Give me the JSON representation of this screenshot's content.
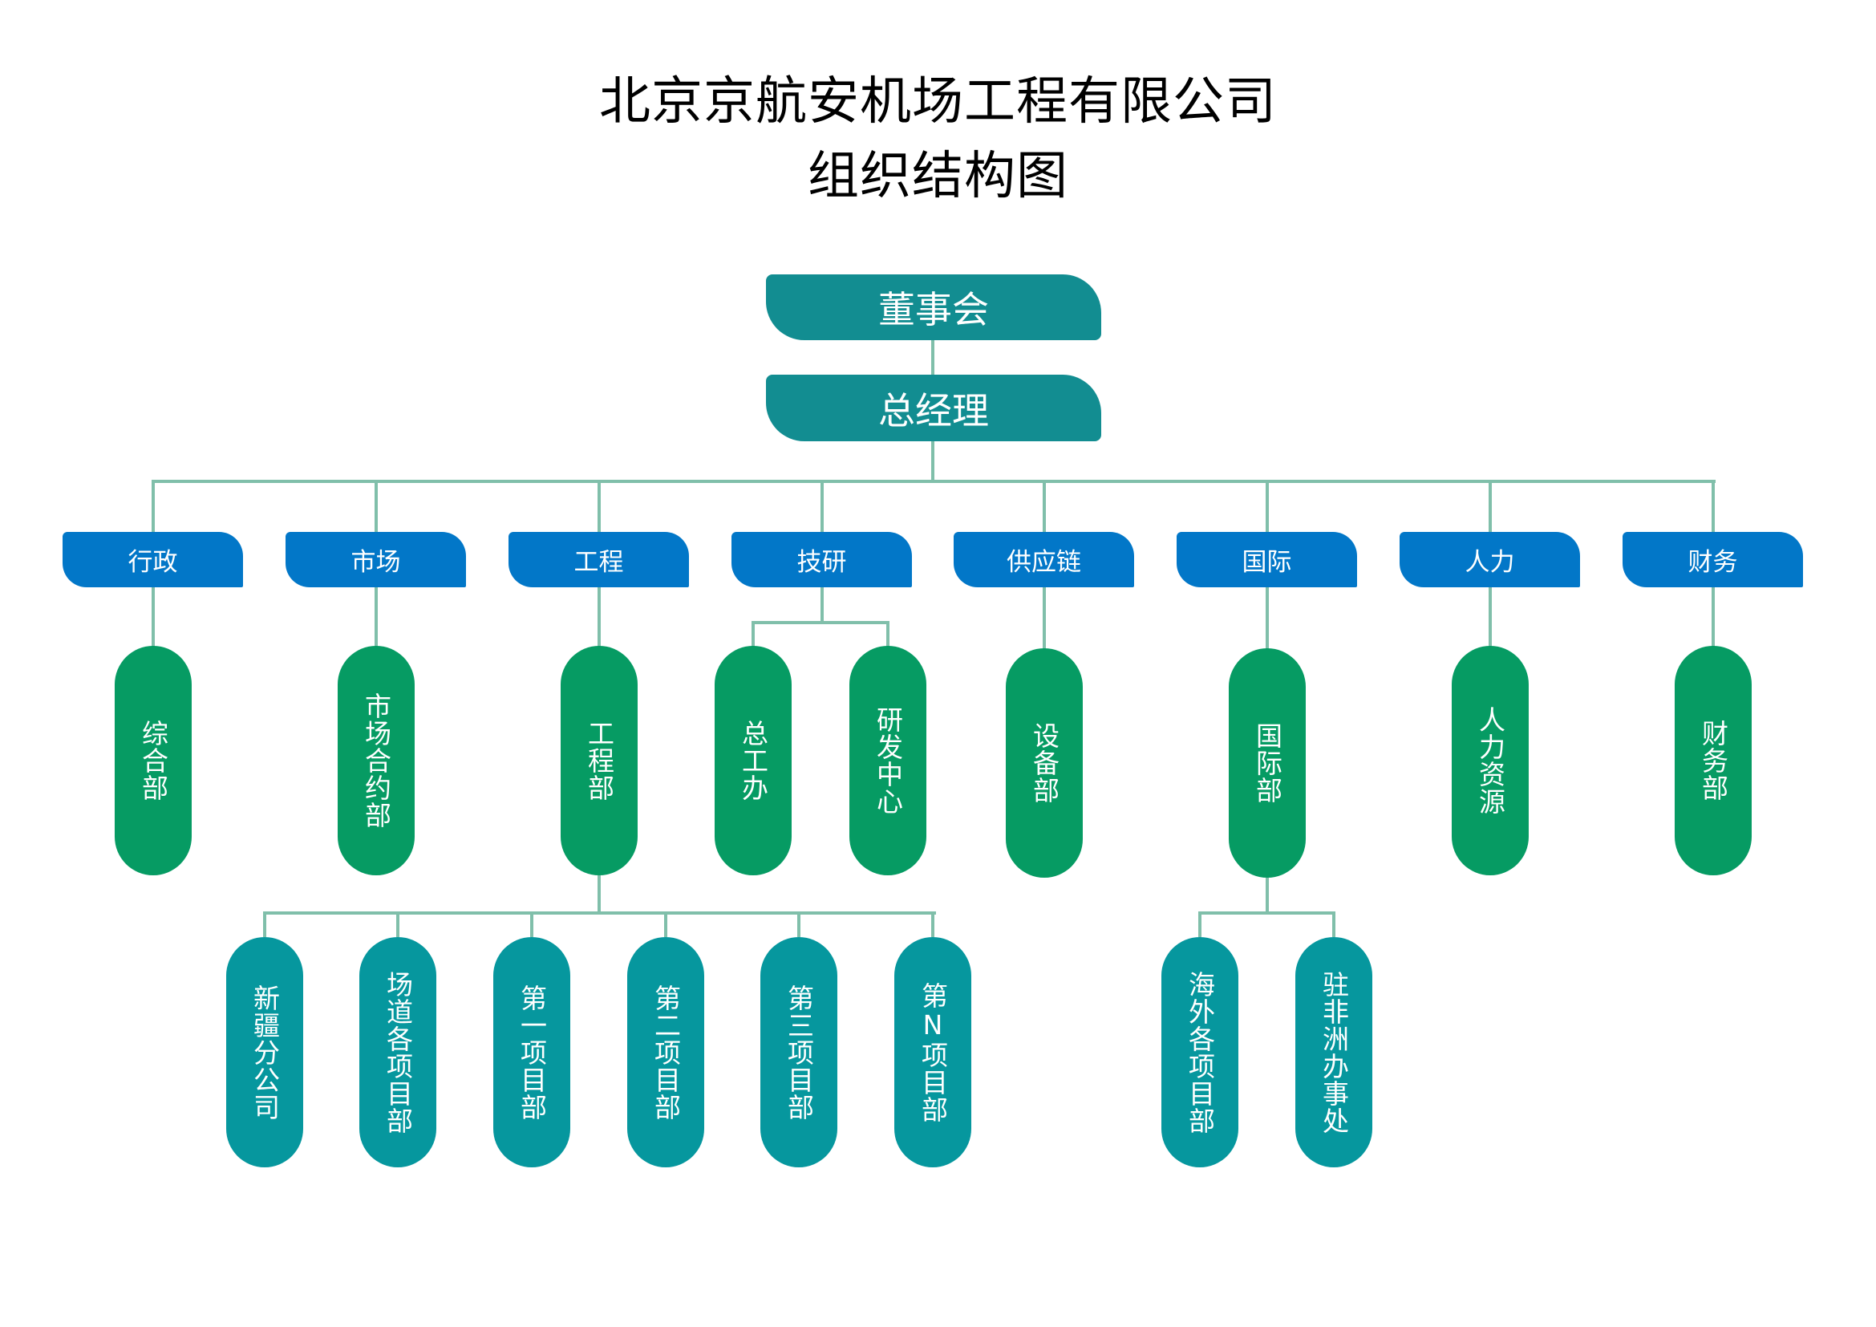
{
  "title": {
    "line1": "北京京航安机场工程有限公司",
    "line2": "组织结构图"
  },
  "colors": {
    "top_level": "#128d91",
    "department": "#0277c8",
    "unit": "#069b63",
    "sub_unit": "#06979e",
    "connector": "#80bfaa"
  },
  "board": {
    "label": "董事会"
  },
  "general_manager": {
    "label": "总经理"
  },
  "departments": [
    {
      "label": "行政",
      "units": [
        {
          "label": "综合部"
        }
      ]
    },
    {
      "label": "市场",
      "units": [
        {
          "label": "市场合约部"
        }
      ]
    },
    {
      "label": "工程",
      "units": [
        {
          "label": "工程部",
          "sub_units": [
            {
              "label": "新疆分公司"
            },
            {
              "label": "场道各项目部"
            },
            {
              "label": "第一项目部"
            },
            {
              "label": "第二项目部"
            },
            {
              "label": "第三项目部"
            },
            {
              "label": "第N项目部"
            }
          ]
        }
      ]
    },
    {
      "label": "技研",
      "units": [
        {
          "label": "总工办"
        },
        {
          "label": "研发中心"
        }
      ]
    },
    {
      "label": "供应链",
      "units": [
        {
          "label": "设备部"
        }
      ]
    },
    {
      "label": "国际",
      "units": [
        {
          "label": "国际部",
          "sub_units": [
            {
              "label": "海外各项目部"
            },
            {
              "label": "驻非洲办事处"
            }
          ]
        }
      ]
    },
    {
      "label": "人力",
      "units": [
        {
          "label": "人力资源"
        }
      ]
    },
    {
      "label": "财务",
      "units": [
        {
          "label": "财务部"
        }
      ]
    }
  ]
}
